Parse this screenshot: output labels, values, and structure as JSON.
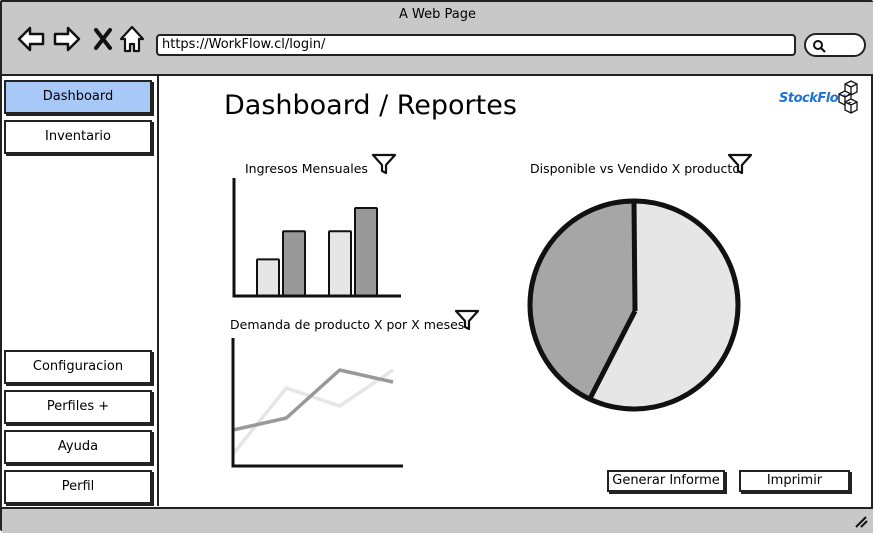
{
  "window": {
    "title": "A Web Page"
  },
  "browser": {
    "url": "https://WorkFlow.cl/login/"
  },
  "sidebar": {
    "top_items": [
      {
        "label": "Dashboard",
        "active": true
      },
      {
        "label": "Inventario",
        "active": false
      }
    ],
    "bottom_items": [
      {
        "label": "Configuracion"
      },
      {
        "label": "Perfiles +"
      },
      {
        "label": "Ayuda"
      },
      {
        "label": "Perfil"
      }
    ]
  },
  "main": {
    "title": "Dashboard / Reportes",
    "logo_text": "StockFlow"
  },
  "charts": {
    "bar_title": "Ingresos Mensuales",
    "pie_title": "Disponible vs Vendido X producto",
    "line_title": "Demanda de producto X por X meses"
  },
  "chart_data": [
    {
      "type": "bar",
      "title": "Ingresos Mensuales",
      "series": [
        {
          "values": [
            3,
            5.3
          ],
          "color": "#e6e6e6"
        },
        {
          "values": [
            5.3,
            7.2
          ],
          "color": "#999999"
        }
      ],
      "categories": [
        "",
        ""
      ],
      "ylim": [
        0,
        9
      ]
    },
    {
      "type": "line",
      "title": "Demanda de producto X por X meses",
      "x": [
        0,
        1,
        2,
        3
      ],
      "series": [
        {
          "values": [
            1,
            6.5,
            5,
            8
          ],
          "color": "#e6e6e6"
        },
        {
          "values": [
            3,
            4,
            8,
            7
          ],
          "color": "#999999"
        }
      ],
      "ylim": [
        0,
        10
      ]
    },
    {
      "type": "pie",
      "title": "Disponible vs Vendido X producto",
      "slices": [
        {
          "value": 57,
          "color": "#e6e6e6"
        },
        {
          "value": 43,
          "color": "#a6a6a6"
        }
      ]
    }
  ],
  "actions": {
    "report_label": "Generar Informe",
    "print_label": "Imprimir"
  }
}
